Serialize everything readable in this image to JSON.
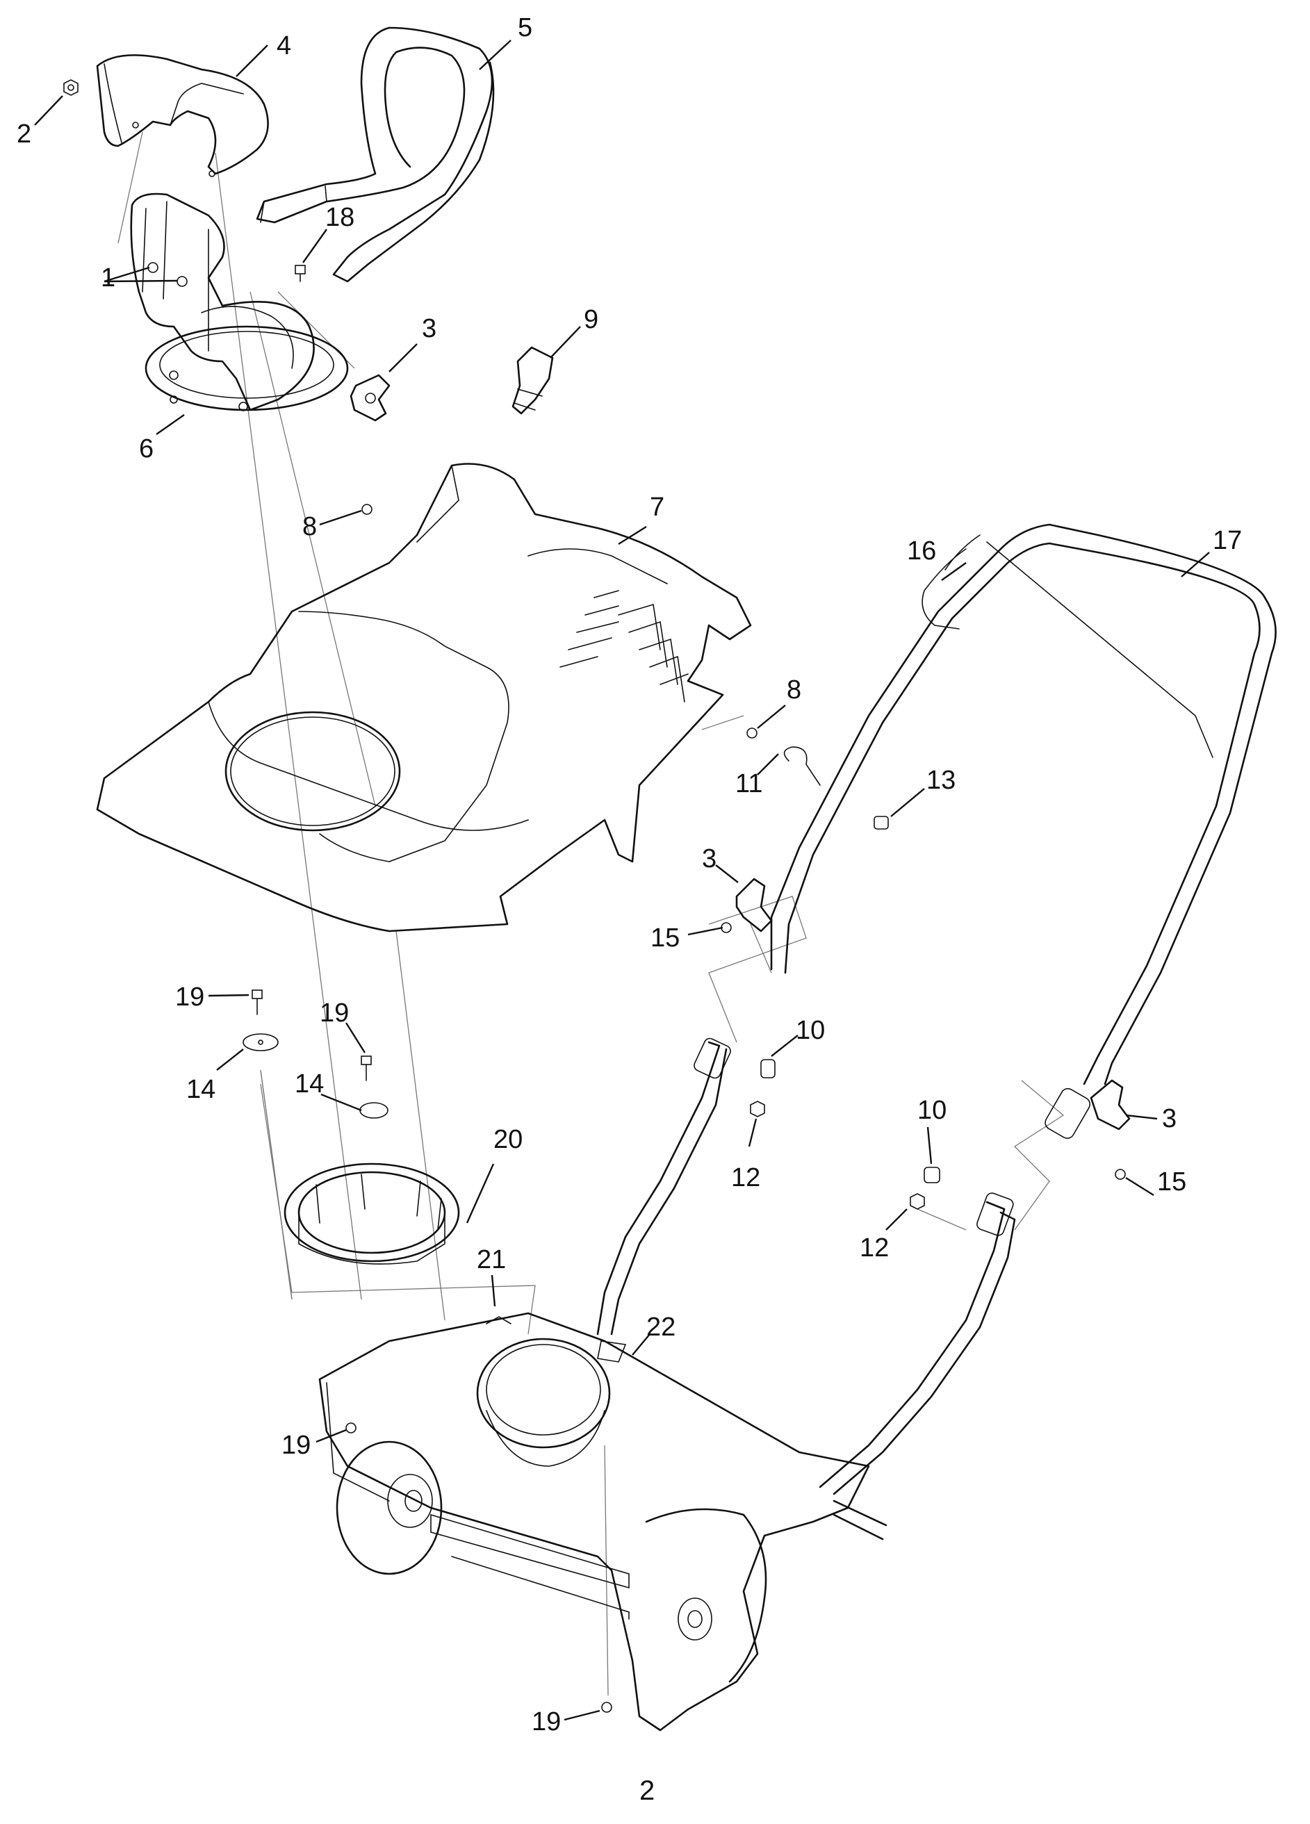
{
  "labels": {
    "p1": "1",
    "p2": "2",
    "p3a": "3",
    "p3b": "3",
    "p3c": "3",
    "p4": "4",
    "p5": "5",
    "p6": "6",
    "p7": "7",
    "p8a": "8",
    "p8b": "8",
    "p9": "9",
    "p10a": "10",
    "p10b": "10",
    "p11": "11",
    "p12a": "12",
    "p12b": "12",
    "p13": "13",
    "p14a": "14",
    "p14b": "14",
    "p15a": "15",
    "p15b": "15",
    "p16": "16",
    "p17": "17",
    "p18": "18",
    "p19a": "19",
    "p19b": "19",
    "p19c": "19",
    "p19d": "19",
    "p20": "20",
    "p21": "21",
    "p22": "22"
  },
  "page_number": "2"
}
